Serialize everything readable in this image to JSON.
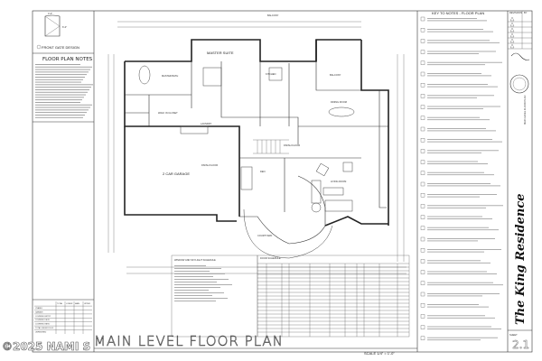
{
  "sheet": {
    "title": "MAIN LEVEL FLOOR PLAN",
    "scale": "SCALE 1/4\" = 1'-0\"",
    "project": "The King Residence",
    "sheet_number": "2.1",
    "sheet_label": "SHEET",
    "title_block_caption": "MAIN LEVEL FLOOR PLAN",
    "watermark": "©2025 NAMI S"
  },
  "left_panel": {
    "gate_title": "FRONT GATE DESIGN",
    "gate_dim_top": "4'-0\"",
    "gate_dim_side": "6'-0\"",
    "notes_title": "FLOOR PLAN NOTES"
  },
  "area_table": {
    "headers": [
      "TOTAL",
      "LOWER",
      "MAIN",
      "UPPER"
    ],
    "rows": [
      "LIVABLE",
      "GARAGE",
      "COVERED ENTRY",
      "COVERED DECK",
      "COVERED PATIO",
      "TOTAL UNDER ROOF",
      "UNFINISHED"
    ]
  },
  "rooms": {
    "master_suite": "MASTER SUITE",
    "master_bath": "MASTER BATH",
    "walk_in_closet": "WALK IN CLOSET",
    "kitchen": "KITCHEN",
    "dining_room": "DINING ROOM",
    "balcony_top": "BALCONY",
    "balcony_right": "BALCONY",
    "laundry": "LAUNDRY",
    "garage": "2 CAR GARAGE",
    "finish_floor_1": "FINISH FLOOR",
    "finish_floor_2": "FINISH FLOOR",
    "den": "DEN",
    "living_room": "LIVING ROOM",
    "courtyard": "COURTYARD",
    "entry": "ENTRY"
  },
  "schedules": {
    "window_title": "WINDOW AND SKYLIGHT SCHEDULE",
    "door_title": "DOOR SCHEDULE"
  },
  "key_notes": {
    "title": "KEY TO NOTES  -  FLOOR PLAN",
    "count": 30
  },
  "revisions": {
    "header": "REVISIONS",
    "by": "BY"
  },
  "colors": {
    "line": "#222222",
    "paper": "#ffffff"
  }
}
